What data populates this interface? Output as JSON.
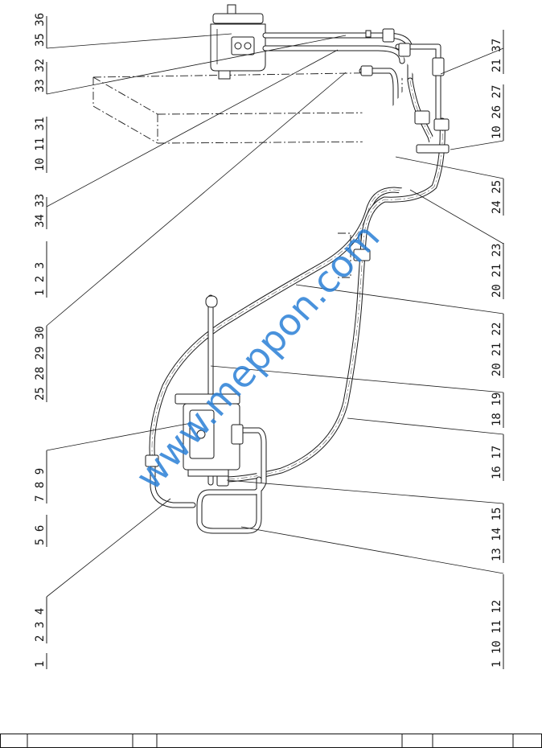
{
  "diagram": {
    "watermark": "www.meppon.com",
    "left_callouts": [
      {
        "id": "left-1",
        "text": "35 36"
      },
      {
        "id": "left-2",
        "text": "33 32"
      },
      {
        "id": "left-3",
        "text": "10 11 31"
      },
      {
        "id": "left-4",
        "text": "34 33"
      },
      {
        "id": "left-5",
        "text": "1 2 3"
      },
      {
        "id": "left-6",
        "text": "25 28 29 30"
      },
      {
        "id": "left-7",
        "text": "7 8 9"
      },
      {
        "id": "left-8",
        "text": "5 6"
      },
      {
        "id": "left-9",
        "text": "2 3 4"
      },
      {
        "id": "left-10",
        "text": "1"
      }
    ],
    "right_callouts": [
      {
        "id": "right-1",
        "text": "21 37"
      },
      {
        "id": "right-2",
        "text": "10 26 27"
      },
      {
        "id": "right-3",
        "text": "24 25"
      },
      {
        "id": "right-4",
        "text": "20 21 23"
      },
      {
        "id": "right-5",
        "text": "20 21 22"
      },
      {
        "id": "right-6",
        "text": "18 19"
      },
      {
        "id": "right-7",
        "text": "16 17"
      },
      {
        "id": "right-8",
        "text": "13 14 15"
      },
      {
        "id": "right-9",
        "text": "1 10 11 12"
      }
    ]
  },
  "title_block": {
    "cells": [
      "",
      "",
      "",
      "",
      "",
      "",
      "",
      ""
    ]
  }
}
